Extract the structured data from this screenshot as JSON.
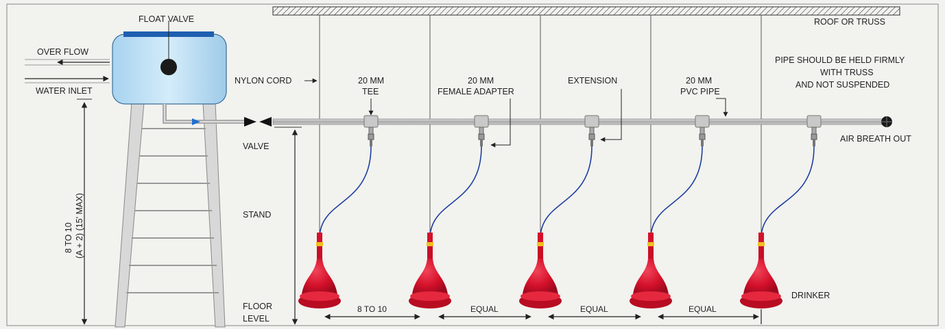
{
  "labels": {
    "float_valve": "FLOAT VALVE",
    "over_flow": "OVER FLOW",
    "water_inlet": "WATER INLET",
    "nylon_cord": "NYLON CORD",
    "tee_1": "20 MM",
    "tee_2": "TEE",
    "adapter_1": "20 MM",
    "adapter_2": "FEMALE ADAPTER",
    "extension": "EXTENSION",
    "pvc_1": "20 MM",
    "pvc_2": "PVC PIPE",
    "truss_note_1": "PIPE SHOULD BE HELD FIRMLY",
    "truss_note_2": "WITH TRUSS",
    "truss_note_3": "AND NOT SUSPENDED",
    "roof": "ROOF OR TRUSS",
    "air_breath": "AIR BREATH OUT",
    "valve": "VALVE",
    "stand": "STAND",
    "floor_1": "FLOOR",
    "floor_2": "LEVEL",
    "drinker": "DRINKER",
    "height_1": "8 TO 10",
    "height_2": "(A + 2) (15' MAX)",
    "spacing_first": "8 TO 10",
    "spacing_equal_1": "EQUAL",
    "spacing_equal_2": "EQUAL",
    "spacing_equal_3": "EQUAL"
  },
  "colors": {
    "drinker_red": "#d4102a",
    "tank_blue": "#bfe0f5",
    "tank_lid": "#1f5fb0",
    "hose_blue": "#1c3f9e",
    "pipe_grey": "#b9b9b9",
    "background": "#f2f2ef"
  },
  "icons": {
    "float_ball": "float-ball-icon",
    "valve": "valve-icon",
    "air_vent": "air-vent-icon"
  }
}
